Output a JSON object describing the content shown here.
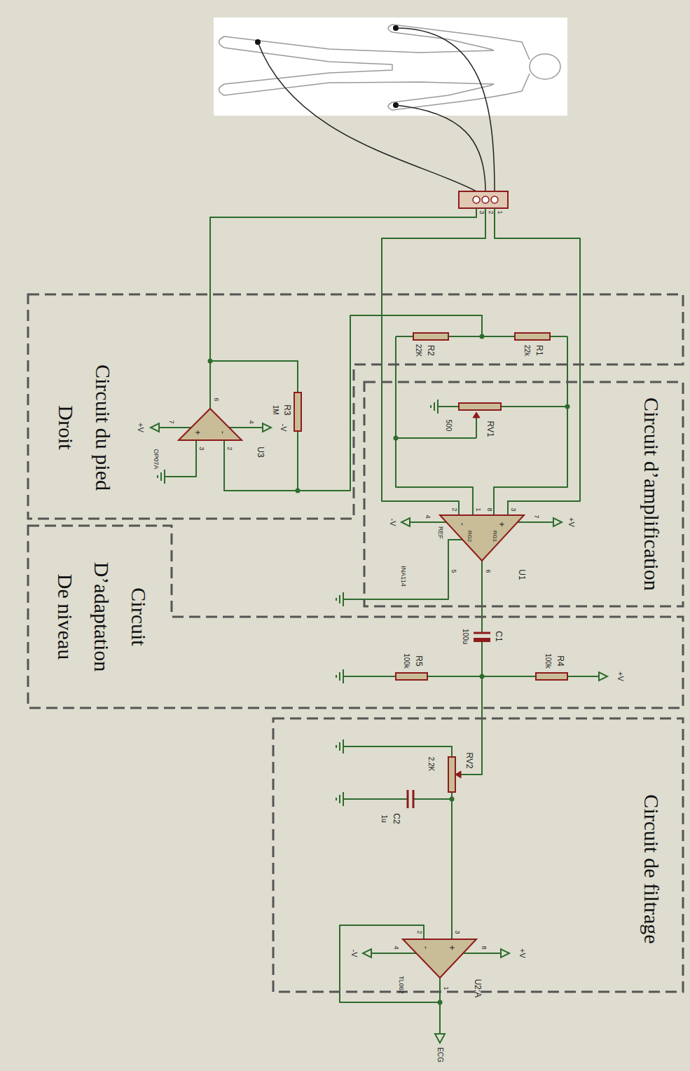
{
  "diagram": {
    "nodes": [
      {
        "text": [
          "Circuit d’amplification"
        ]
      },
      {
        "text": [
          "Circuit du pied Droit"
        ]
      },
      {
        "text": [
          "Circuit D’adaptation De niveau"
        ]
      },
      {
        "text": [
          "Circuit de filtrage"
        ]
      }
    ],
    "edges": [
      {
        "from": 0,
        "to": 2,
        "arrow": "none"
      },
      {
        "from": 2,
        "to": 3,
        "arrow": "none"
      },
      {
        "from": 0,
        "to": 1,
        "arrow": "none"
      }
    ],
    "labels": [
      "3",
      "2",
      "1",
      "R1",
      "22k",
      "R2",
      "22K",
      "RV1",
      "500",
      "R3",
      "1M",
      "U3",
      "OP07A",
      "+V",
      "-V",
      "-",
      "+",
      "6",
      "7",
      "4",
      "3",
      "2",
      "U1",
      "INA114",
      "REF",
      "5",
      "2",
      "1",
      "8",
      "3",
      "7",
      "4",
      "6",
      "-",
      "+",
      "RG2",
      "RG1",
      "+V",
      "-V",
      "C1",
      "100u",
      "R4",
      "100k",
      "R5",
      "100k",
      "+V",
      "RV2",
      "2.2K",
      "C2",
      "1u",
      "U2:A",
      "TL062",
      "2",
      "3",
      "8",
      "4",
      "1",
      "-",
      "+",
      "+V",
      "-V",
      "ECG"
    ]
  }
}
